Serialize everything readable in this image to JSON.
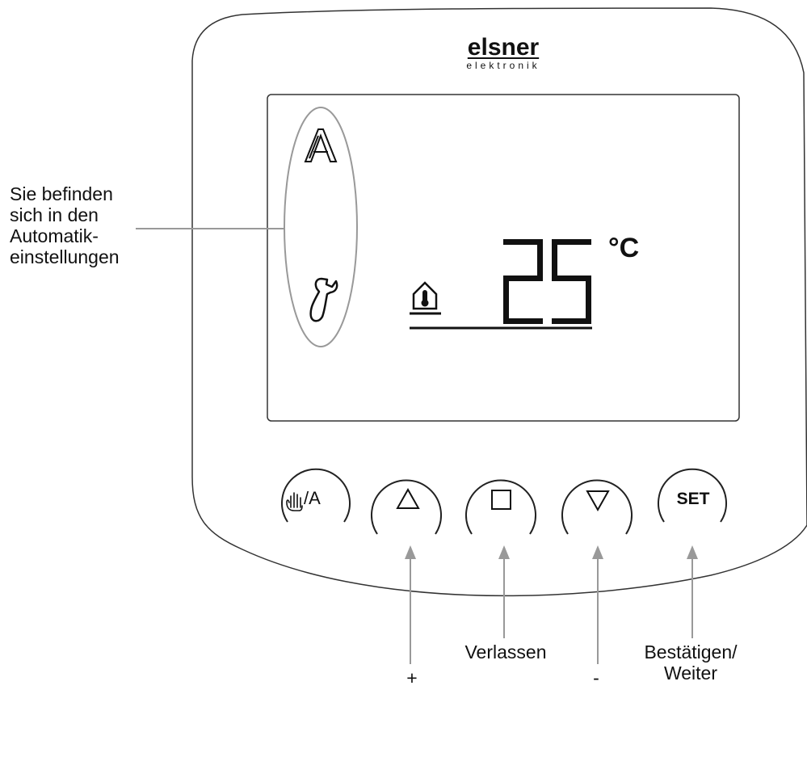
{
  "device": {
    "brand": "elsner",
    "brand_sub": "elektronik"
  },
  "display": {
    "temperature": "25",
    "unit": "°C",
    "mode_icons": [
      "automatic-mode-icon",
      "settings-wrench-icon",
      "indoor-temperature-icon"
    ]
  },
  "annotation": {
    "lines": [
      "Sie befinden",
      "sich in den",
      "Automatik-",
      "einstellungen"
    ]
  },
  "buttons": {
    "manual_auto": "/A",
    "up_icon": "triangle-up",
    "stop_icon": "square",
    "down_icon": "triangle-down",
    "set": "SET"
  },
  "button_labels": {
    "plus": "+",
    "exit": "Verlassen",
    "minus": "-",
    "confirm_line1": "Bestätigen/",
    "confirm_line2": "Weiter"
  },
  "colors": {
    "outline": "#333333",
    "leader": "#999999",
    "text": "#111111"
  }
}
